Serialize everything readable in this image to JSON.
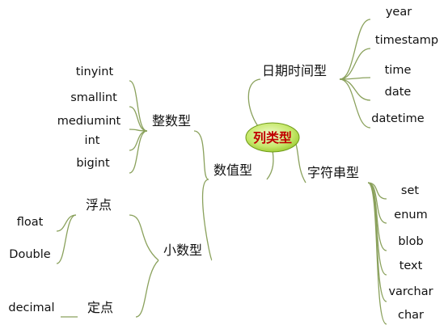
{
  "diagram": {
    "root": "列类型",
    "branches": [
      {
        "label": "日期时间型",
        "items": [
          "year",
          "timestamp",
          "time",
          "date",
          "datetime"
        ]
      },
      {
        "label": "字符串型",
        "items": [
          "set",
          "enum",
          "blob",
          "text",
          "varchar",
          "char"
        ]
      },
      {
        "label": "数值型",
        "children": [
          {
            "label": "整数型",
            "items": [
              "tinyint",
              "smallint",
              "mediumint",
              "int",
              "bigint"
            ]
          },
          {
            "label": "小数型",
            "children": [
              {
                "label": "浮点",
                "items": [
                  "float",
                  "Double"
                ]
              },
              {
                "label": "定点",
                "items": [
                  "decimal"
                ]
              }
            ]
          }
        ]
      }
    ]
  },
  "colors": {
    "connector": "#8aa15c",
    "underline_light": "#d6e4b0",
    "underline_dark": "#5d7a1f",
    "root_fill_center": "#e8f6bd",
    "root_fill_edge": "#8dc21f",
    "root_text": "#c00000"
  }
}
